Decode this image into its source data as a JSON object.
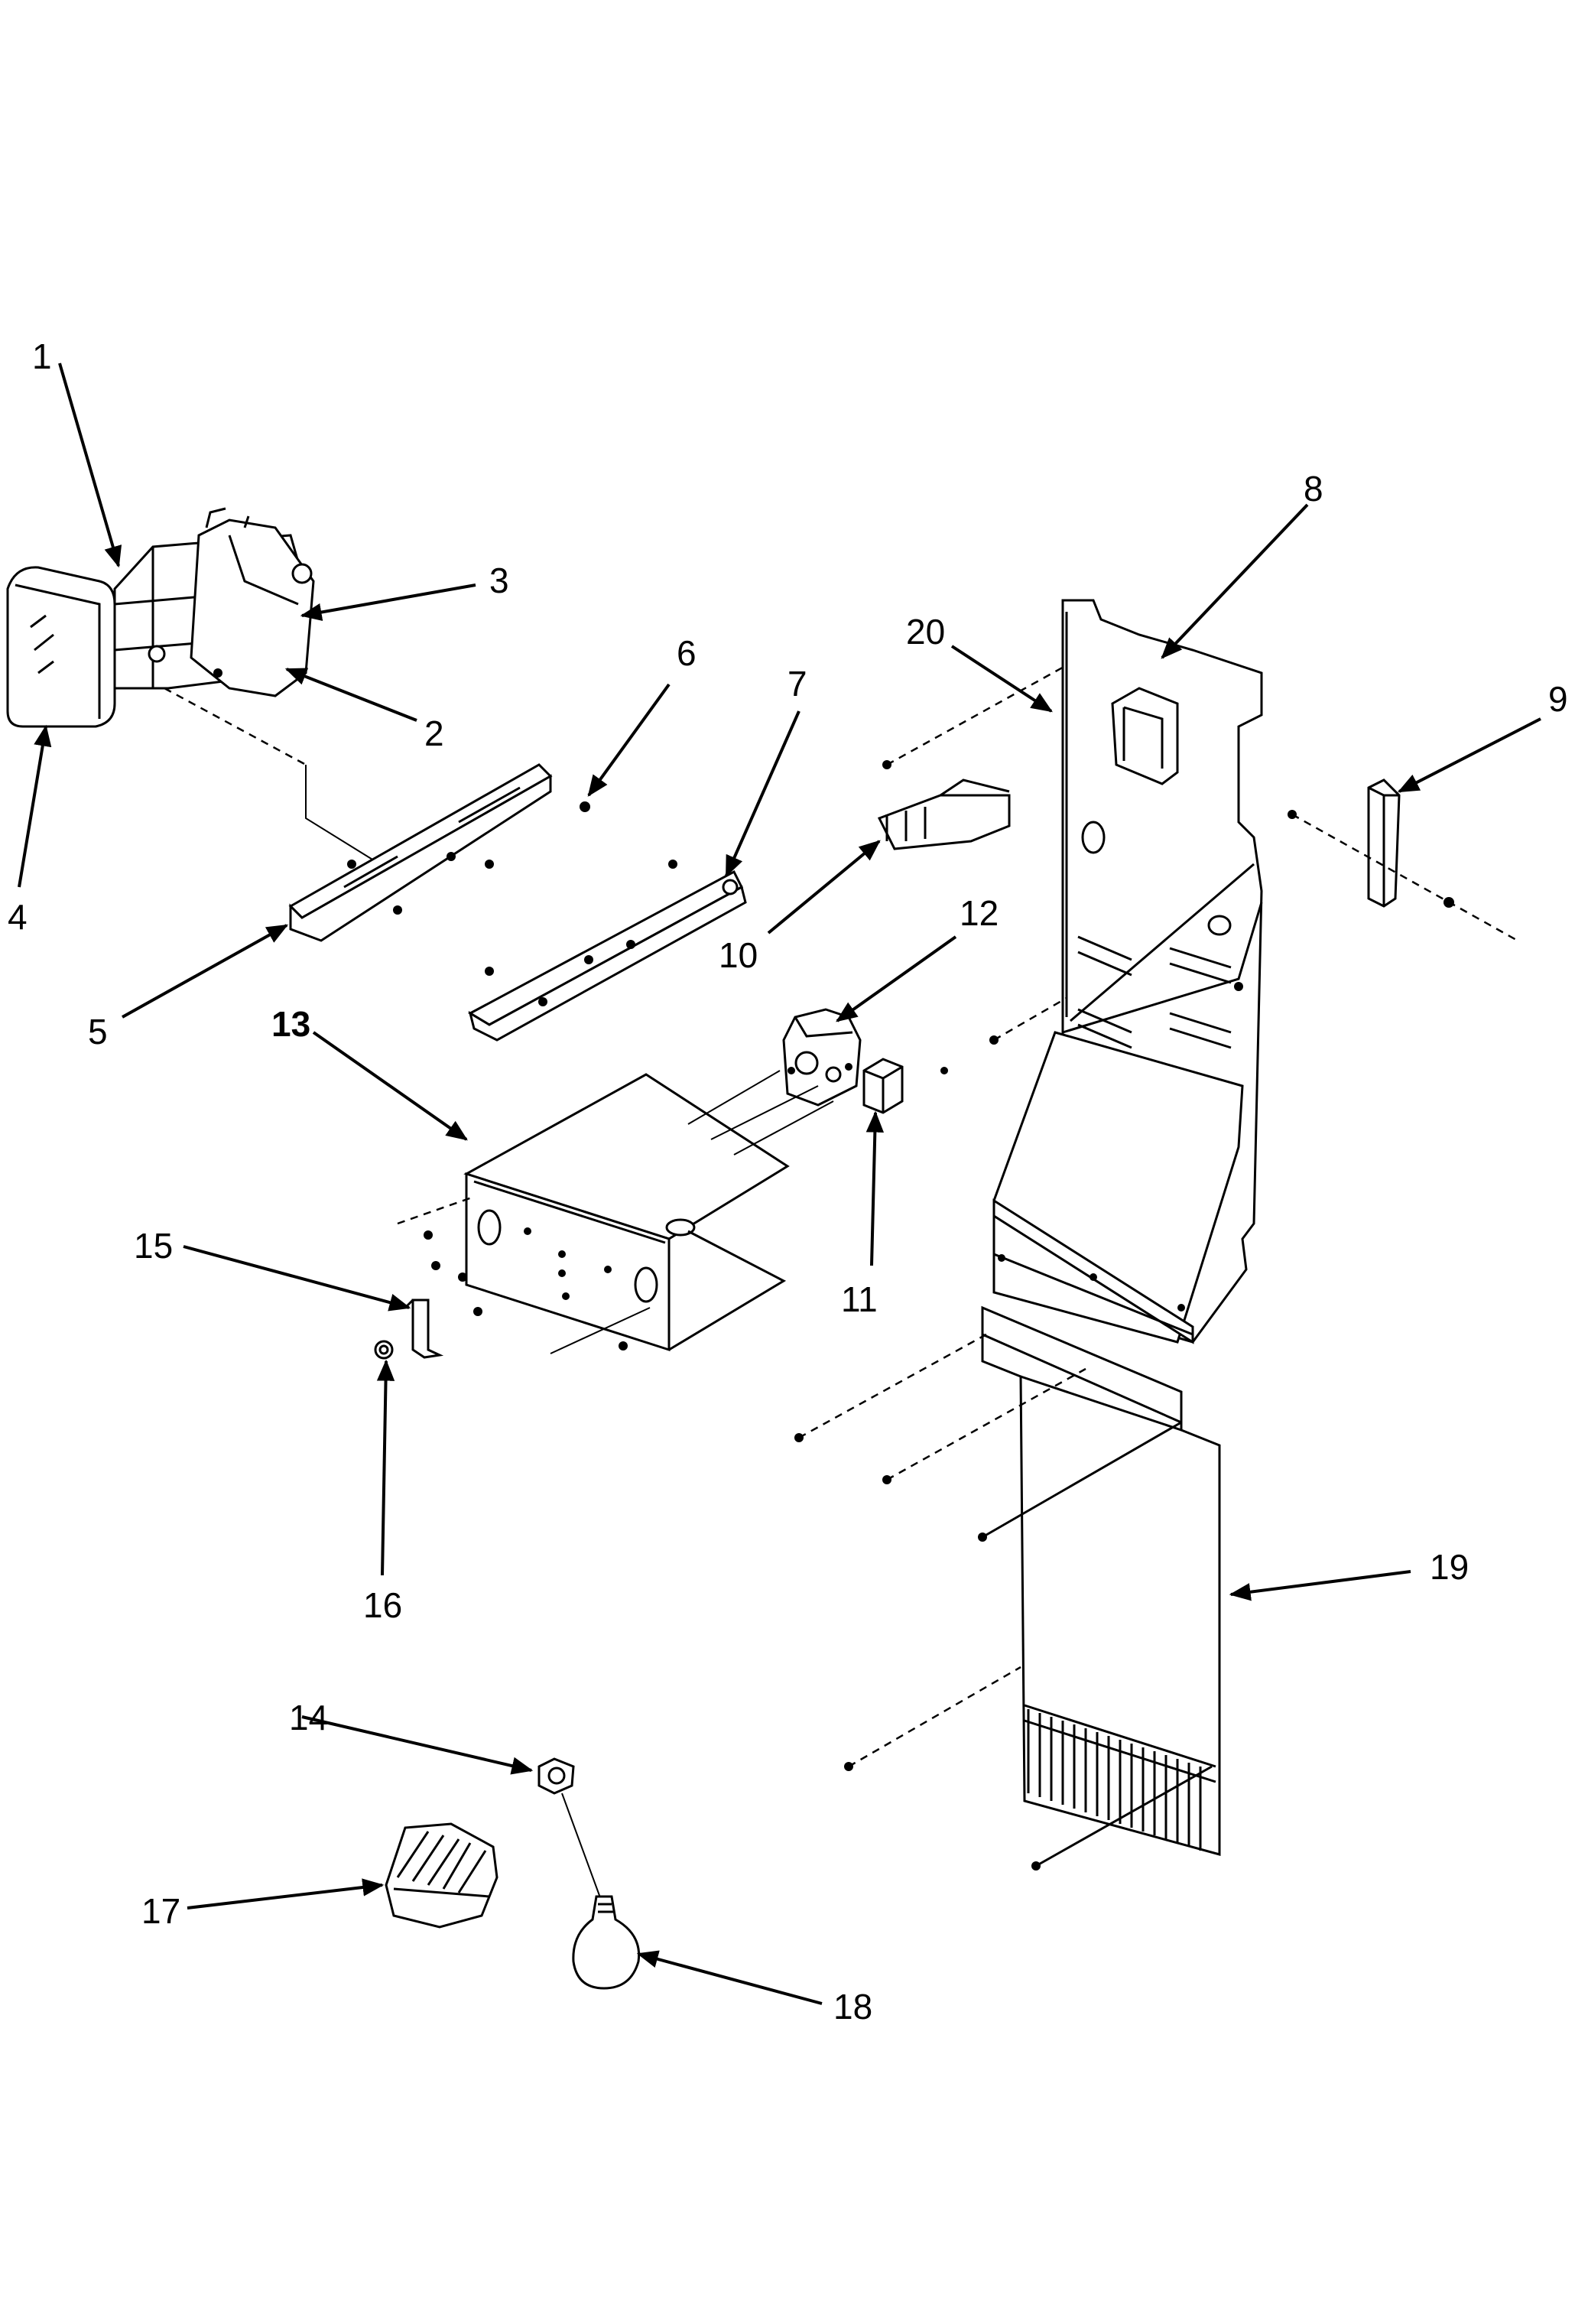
{
  "diagram": {
    "parts": [
      {
        "id": "1",
        "label": "1"
      },
      {
        "id": "2",
        "label": "2"
      },
      {
        "id": "3",
        "label": "3"
      },
      {
        "id": "4",
        "label": "4"
      },
      {
        "id": "5",
        "label": "5"
      },
      {
        "id": "6",
        "label": "6"
      },
      {
        "id": "7",
        "label": "7"
      },
      {
        "id": "8",
        "label": "8"
      },
      {
        "id": "9",
        "label": "9"
      },
      {
        "id": "10",
        "label": "10"
      },
      {
        "id": "11",
        "label": "11"
      },
      {
        "id": "12",
        "label": "12"
      },
      {
        "id": "13",
        "label": "13"
      },
      {
        "id": "14",
        "label": "14"
      },
      {
        "id": "15",
        "label": "15"
      },
      {
        "id": "16",
        "label": "16"
      },
      {
        "id": "17",
        "label": "17"
      },
      {
        "id": "18",
        "label": "18"
      },
      {
        "id": "19",
        "label": "19"
      },
      {
        "id": "20",
        "label": "20"
      }
    ]
  }
}
